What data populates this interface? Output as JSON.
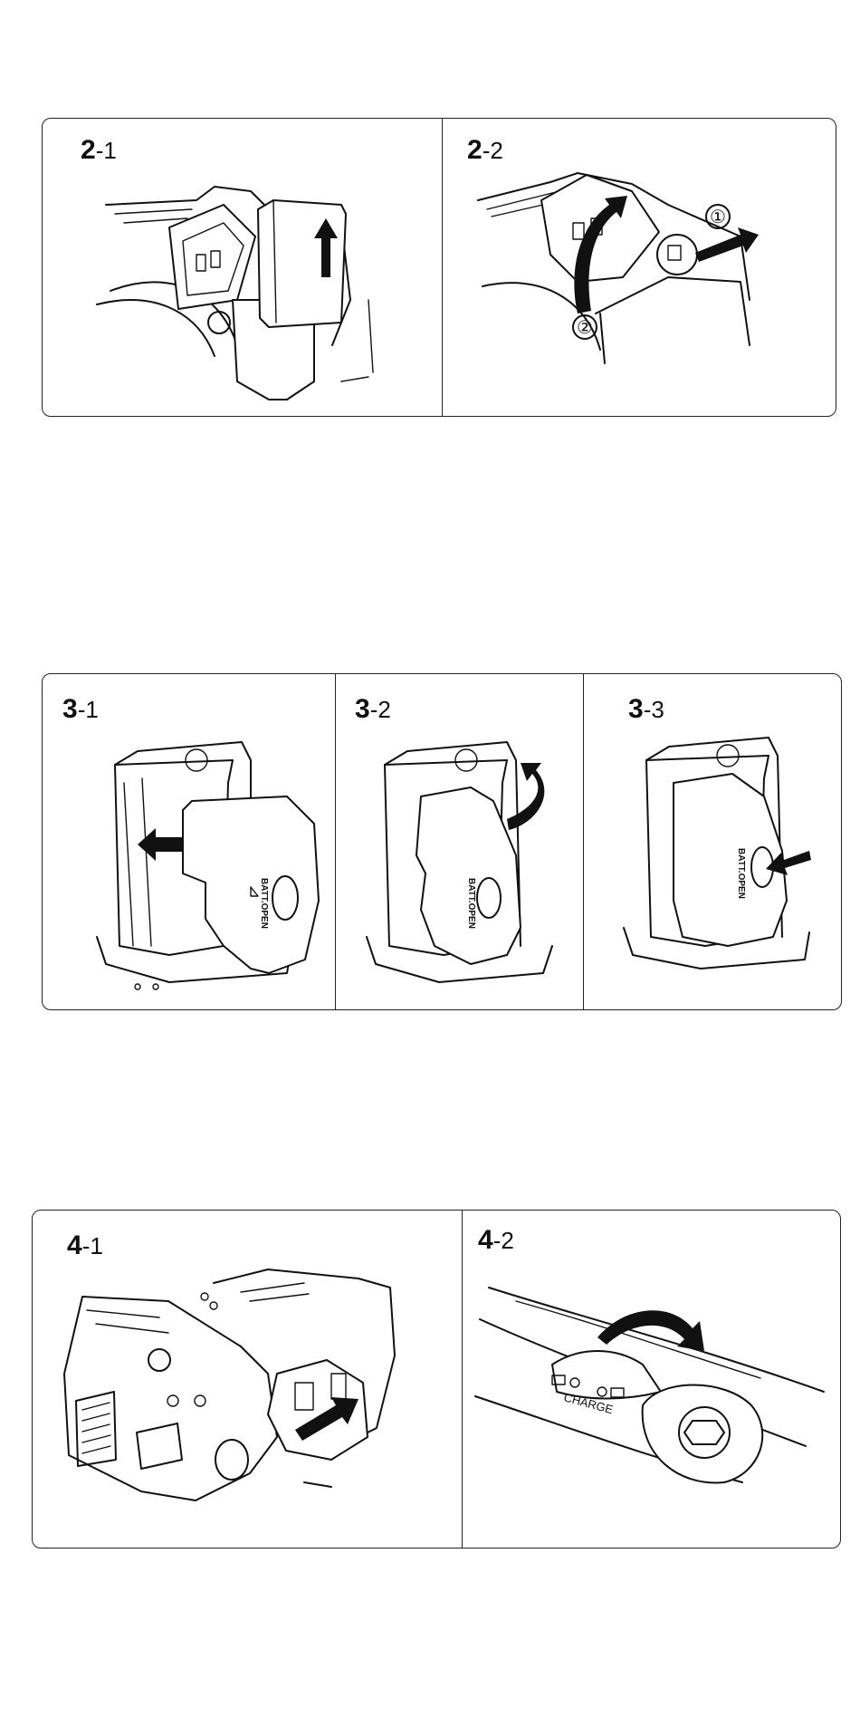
{
  "figures": [
    {
      "panels": [
        {
          "major": "2",
          "minor": "-1"
        },
        {
          "major": "2",
          "minor": "-2",
          "callouts": [
            "①",
            "②"
          ]
        }
      ]
    },
    {
      "panels": [
        {
          "major": "3",
          "minor": "-1",
          "door_label": "BATT.OPEN"
        },
        {
          "major": "3",
          "minor": "-2",
          "door_label": "BATT.OPEN"
        },
        {
          "major": "3",
          "minor": "-3",
          "door_label": "BATT.OPEN"
        }
      ]
    },
    {
      "panels": [
        {
          "major": "4",
          "minor": "-1"
        },
        {
          "major": "4",
          "minor": "-2",
          "switch_label": "CHARGE"
        }
      ]
    }
  ]
}
